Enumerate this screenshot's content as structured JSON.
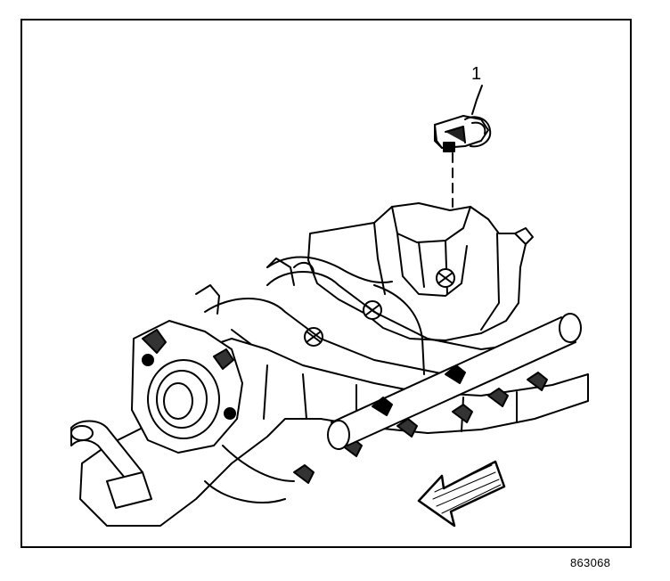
{
  "diagram": {
    "callout_label": "1",
    "figure_number": "863068",
    "components": [
      {
        "callout": "1",
        "icon": "sensor-icon"
      },
      {
        "icon": "intake-manifold-icon"
      },
      {
        "icon": "throttle-body-icon"
      },
      {
        "icon": "fuel-rail-icon"
      },
      {
        "icon": "direction-arrow-icon"
      }
    ]
  }
}
